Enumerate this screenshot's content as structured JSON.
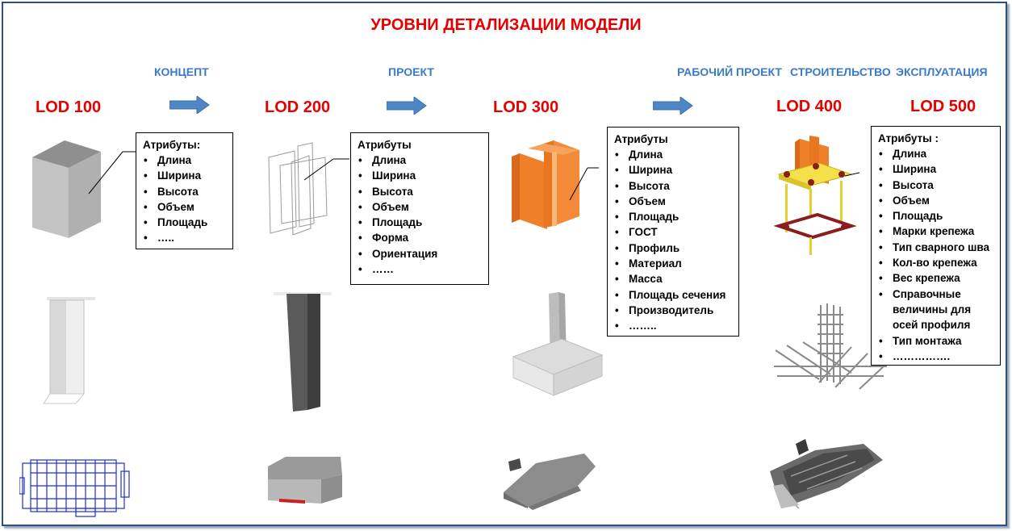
{
  "title": "УРОВНИ ДЕТАЛИЗАЦИИ МОДЕЛИ",
  "stages": [
    "КОНЦЕПТ",
    "ПРОЕКТ",
    "РАБОЧИЙ ПРОЕКТ",
    "СТРОИТЕЛЬСТВО",
    "ЭКСПЛУАТАЦИЯ"
  ],
  "lods": [
    "LOD 100",
    "LOD 200",
    "LOD 300",
    "LOD 400",
    "LOD 500"
  ],
  "colors": {
    "title": "#e60000",
    "stage": "#3a7bc8",
    "arrow": "#4f86c6",
    "steel": "#f07f2a",
    "frame": "#2f4f7f"
  },
  "attributes": {
    "lod100": {
      "title": "Атрибуты:",
      "items": [
        "Длина",
        "Ширина",
        "Высота",
        "Объем",
        "Площадь",
        "….."
      ]
    },
    "lod200": {
      "title": "Атрибуты",
      "items": [
        "Длина",
        "Ширина",
        "Высота",
        "Объем",
        "Площадь",
        "Форма",
        "Ориентация",
        "……"
      ]
    },
    "lod300": {
      "title": "Атрибуты",
      "items": [
        "Длина",
        "Ширина",
        "Высота",
        "Объем",
        "Площадь",
        "ГОСТ",
        "Профиль",
        "Материал",
        "Масса",
        "Площадь сечения",
        "Производитель",
        "…….."
      ]
    },
    "lod500": {
      "title": "Атрибуты :",
      "items": [
        "Длина",
        "Ширина",
        "Высота",
        "Объем",
        "Площадь",
        "Марки крепежа",
        "Тип сварного шва",
        "Кол-во крепежа",
        "Вес крепежа",
        "Справочные величины для осей профиля",
        "Тип монтажа",
        "……………."
      ]
    }
  }
}
